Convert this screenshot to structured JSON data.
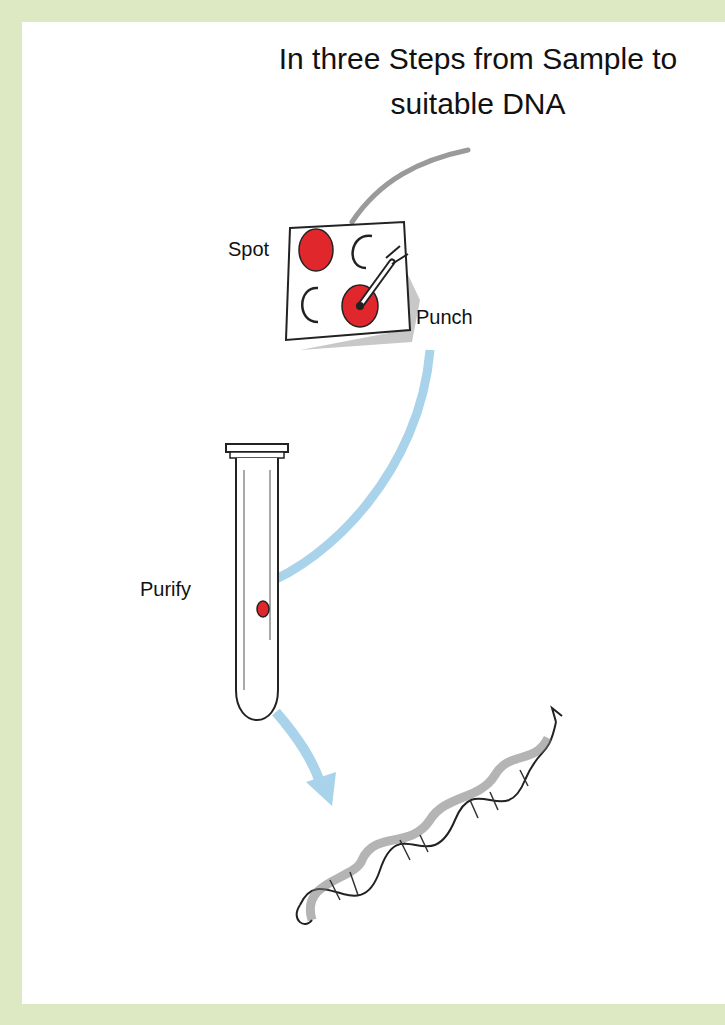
{
  "diagram": {
    "title": "In three Steps from Sample to suitable DNA",
    "labels": [
      "Spot",
      "Punch",
      "Purify"
    ]
  }
}
